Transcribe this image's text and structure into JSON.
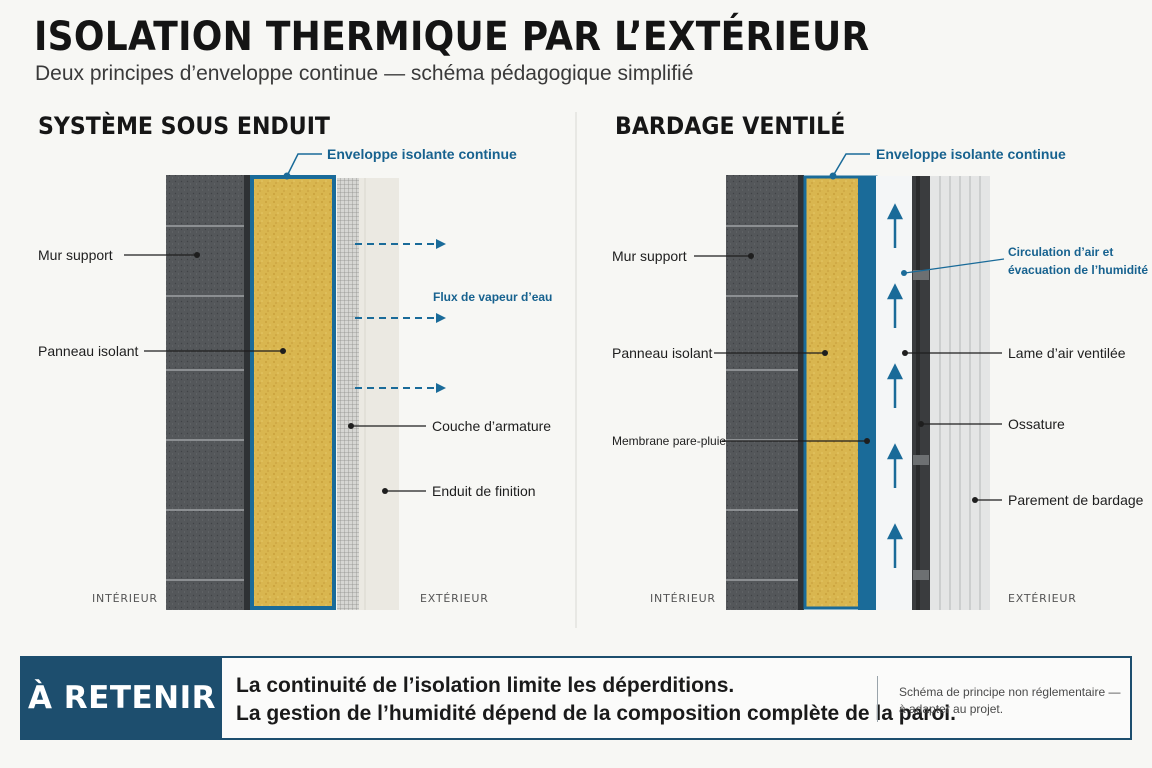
{
  "header": {
    "title": "ISOLATION THERMIQUE PAR L’EXTÉRIEUR",
    "subtitle": "Deux principes d’enveloppe continue — schéma pédagogique simplifié"
  },
  "left": {
    "title": "SYSTÈME SOUS ENDUIT",
    "envelope": "Enveloppe isolante continue",
    "mur_support": "Mur support",
    "panneau_isolant": "Panneau isolant",
    "vapour": "Flux de vapeur d’eau",
    "armature": "Couche d’armature",
    "enduit": "Enduit de finition",
    "interieur": "INTÉRIEUR",
    "exterieur": "EXTÉRIEUR"
  },
  "right": {
    "title": "BARDAGE VENTILÉ",
    "envelope": "Enveloppe isolante continue",
    "mur_support": "Mur support",
    "panneau_isolant": "Panneau isolant",
    "membrane": "Membrane pare-pluie",
    "circulation_1": "Circulation d’air et",
    "circulation_2": "évacuation de l’humidité",
    "lame_air": "Lame d’air ventilée",
    "ossature": "Ossature",
    "parement": "Parement de bardage",
    "interieur": "INTÉRIEUR",
    "exterieur": "EXTÉRIEUR"
  },
  "retenir": {
    "label": "À RETENIR",
    "line1": "La continuité de l’isolation limite les déperditions.",
    "line2": "La gestion de l’humidité dépend de la composition complète de la paroi.",
    "note1": "Schéma de principe non réglementaire —",
    "note2": "à adapter au projet."
  },
  "colors": {
    "accent": "#1d4e6e",
    "envelope_blue": "#1a6b99",
    "insulation": "#d9b64f",
    "masonry": "#505356",
    "render": "#e9e7e0"
  }
}
